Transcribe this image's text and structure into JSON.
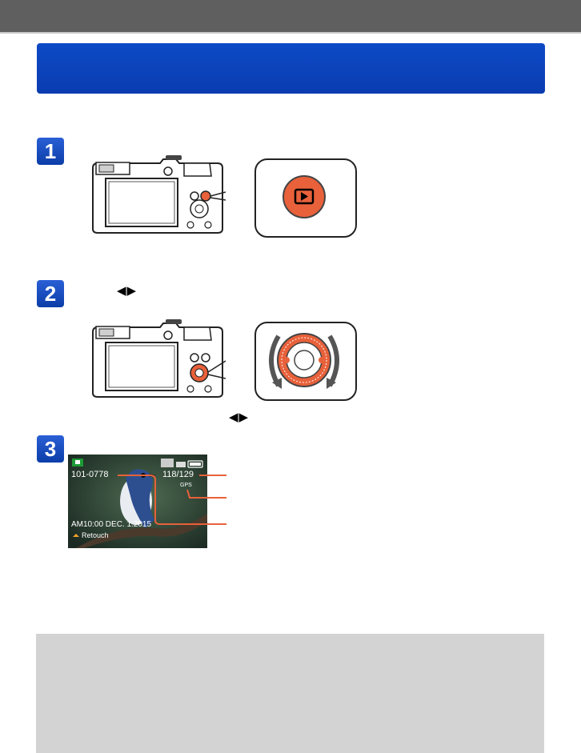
{
  "steps": [
    "1",
    "2",
    "3"
  ],
  "step2": {
    "arrow_glyphs": "◀▶"
  },
  "step2_note": {
    "arrow_glyphs": "◀▶"
  },
  "screen": {
    "file_number": "101-0778",
    "image_count": "118/129",
    "gps_label": "GPS",
    "datetime": "AM10:00 DEC. 1.2015",
    "retouch_label": "Retouch"
  },
  "colors": {
    "accent": "#e8613a",
    "title_blue": "#0a3cb0",
    "header_gray": "#5f5f5f",
    "note_gray": "#d3d3d3"
  },
  "icons": [
    "playback-button-icon",
    "control-dial-icon",
    "rotate-arrow-icon"
  ]
}
